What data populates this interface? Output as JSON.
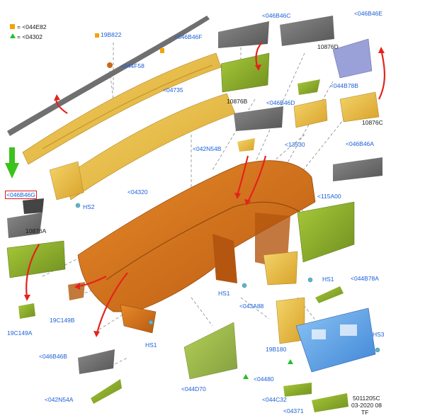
{
  "legend": {
    "square_label": "= <044E82",
    "triangle_label": "= <04302"
  },
  "labels": {
    "19B822": "19B822",
    "044F58": "<044F58",
    "046B46C": "<046B46C",
    "046B46E": "<046B46E",
    "046B46F": "<046B46F",
    "10876D": "10876D",
    "04735": "<04735",
    "044B78B": "<044B78B",
    "10876B": "10876B",
    "046B46D": "<046B46D",
    "10876C": "10876C",
    "042N54B": "<042N54B",
    "13530": "<13530",
    "046B46A": "<046B46A",
    "046B46G": "<046B46G",
    "HS2": "HS2",
    "04320": "<04320",
    "115A00": "<115A00",
    "10876A": "10876A",
    "HS1_right": "HS1",
    "044B78A": "<044B78A",
    "HS1_mid": "HS1",
    "043A88": "<043A88",
    "19C149B": "19C149B",
    "19C149A": "19C149A",
    "HS1_low": "HS1",
    "HS3": "HS3",
    "19B180": "19B180",
    "046B46B": "<046B46B",
    "044D70": "<044D70",
    "04480": "<04480",
    "042N54A": "<042N54A",
    "044C32": "<044C32",
    "04371": "<04371"
  },
  "footer": {
    "line1": "5011205C",
    "line2": "03-2020 08",
    "line3": "TF"
  },
  "colors": {
    "label_blue": "#1a5fd6",
    "square_marker": "#f4a300",
    "triangle_marker": "#22c02a",
    "highlight_red": "#e01818",
    "arrow_red": "#e5231b",
    "arrow_green": "#3cc21c",
    "dashboard_orange": "#d2731a",
    "yellow_part": "#e9b93a",
    "green_part": "#8fb52c",
    "blue_part": "#5aa2e8",
    "grey_pad": "#6b6b6b"
  }
}
